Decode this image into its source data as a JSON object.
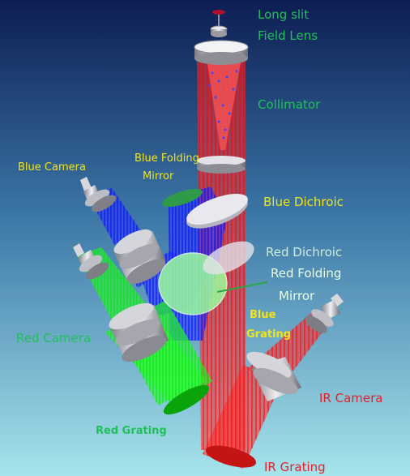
{
  "labels": {
    "long_slit": "Long slit",
    "field_lens": "Field Lens",
    "collimator": "Collimator",
    "blue_camera": "Blue Camera",
    "blue_folding_mirror_1": "Blue Folding",
    "blue_folding_mirror_2": "Mirror",
    "blue_dichroic": "Blue Dichroic",
    "red_dichroic": "Red Dichroic",
    "red_folding_mirror_1": "Red Folding",
    "red_folding_mirror_2": "Mirror",
    "blue_grating_1": "Blue",
    "blue_grating_2": "Grating",
    "red_camera": "Red Camera",
    "ir_camera": "IR Camera",
    "red_grating": "Red Grating",
    "ir_grating": "IR Grating"
  },
  "colors": {
    "label_green": "#22c05a",
    "label_yellow": "#f2e41a",
    "label_white": "#ffffff",
    "label_red": "#e3202a",
    "red_beam": "#ff1010",
    "blue_beam": "#1a24ff",
    "green_beam": "#17f01a",
    "optic_grey": "#c6c6cc",
    "dichroic_green": "#9cff9c"
  }
}
